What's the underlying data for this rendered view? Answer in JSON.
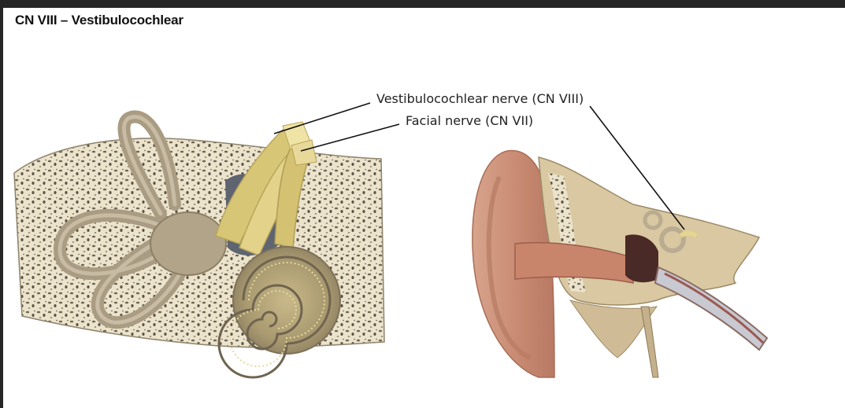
{
  "slide": {
    "title": "CN VIII – Vestibulocochlear",
    "labels": {
      "vestibulocochlear": "Vestibulocochlear nerve (CN VIII)",
      "facial": "Facial nerve (CN VII)"
    }
  },
  "colors": {
    "background_frame": "#262626",
    "slide": "#ffffff",
    "bone": "#e9e0c8",
    "bone_pores": "#6f6553",
    "labyrinth": "#b3a68c",
    "nerve": "#dcca78",
    "skin": "#d9a890",
    "leader_line": "#111111"
  },
  "figures": [
    {
      "id": "inner-ear-closeup",
      "icon": "inner-ear-illustration"
    },
    {
      "id": "ear-cross-section",
      "icon": "ear-cross-section-illustration"
    }
  ]
}
